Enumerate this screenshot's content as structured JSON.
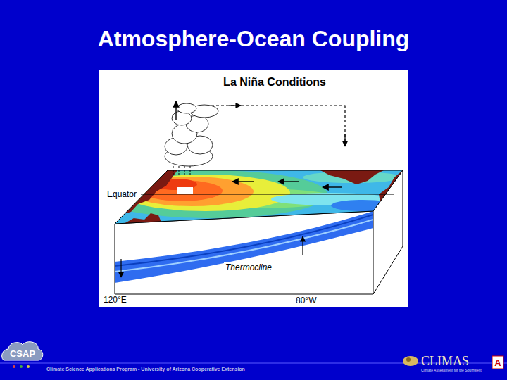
{
  "diagram": {
    "title": "Atmosphere-Ocean Coupling",
    "labels": [
      "La Niña Conditions",
      "Equator",
      "Thermocline",
      "120°E",
      "80°W",
      "CSAP",
      "Climate Science Applications Program - University of Arizona Cooperative Extension",
      "CLIMAS",
      "Climate Assessment for the Southwest",
      "A"
    ]
  }
}
